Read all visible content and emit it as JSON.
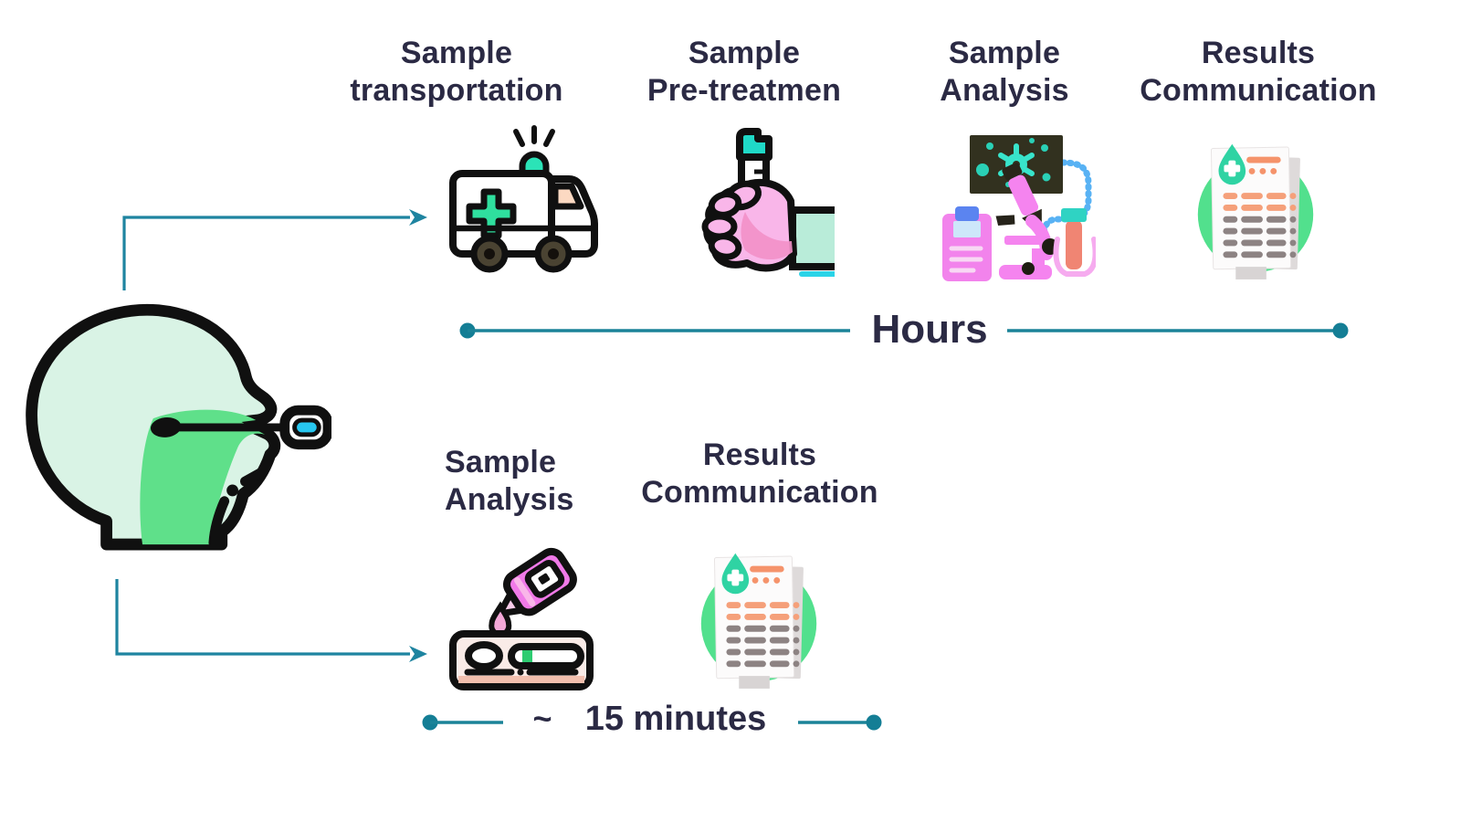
{
  "palette": {
    "text": "#2b2a44",
    "timeline_teal": "#1b8398",
    "dot_teal": "#147e95",
    "arrow_teal": "#1e84a0",
    "mint": "#d9f3e5",
    "throat_green": "#5fe08a",
    "report_green": "#52e08d",
    "teal_accent": "#2be3b7",
    "cyan": "#27c7f0",
    "pink": "#f9b6e9",
    "magenta": "#f07ae8",
    "salmon": "#f08573",
    "orange": "#f5936b",
    "cable_blue": "#58b2f4"
  },
  "source": {
    "icon": "throat-swab-head-icon"
  },
  "top_flow": {
    "duration_label": "Hours",
    "steps": [
      {
        "label_line1": "Sample",
        "label_line2": "transportation",
        "icon": "ambulance-icon"
      },
      {
        "label_line1": "Sample",
        "label_line2": "Pre-treatmen",
        "icon": "hand-test-tube-icon"
      },
      {
        "label_line1": "Sample",
        "label_line2": "Analysis",
        "icon": "microscope-analysis-icon"
      },
      {
        "label_line1": "Results",
        "label_line2": "Communication",
        "icon": "medical-report-icon"
      }
    ]
  },
  "bottom_flow": {
    "duration_approx_symbol": "~",
    "duration_label": "15 minutes",
    "steps": [
      {
        "label_line1": "Sample",
        "label_line2": "Analysis",
        "icon": "rapid-test-cassette-icon"
      },
      {
        "label_line1": "Results",
        "label_line2": "Communication",
        "icon": "medical-report-icon"
      }
    ]
  }
}
